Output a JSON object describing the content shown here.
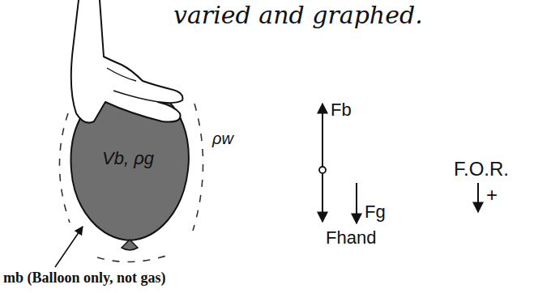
{
  "diagram": {
    "labels": [
      "varied and graphed.",
      "Vb, ρg",
      "ρw",
      "mb (Balloon only, not gas)",
      "Fb",
      "Fhand",
      "Fg",
      "F.O.R.",
      "+"
    ]
  }
}
